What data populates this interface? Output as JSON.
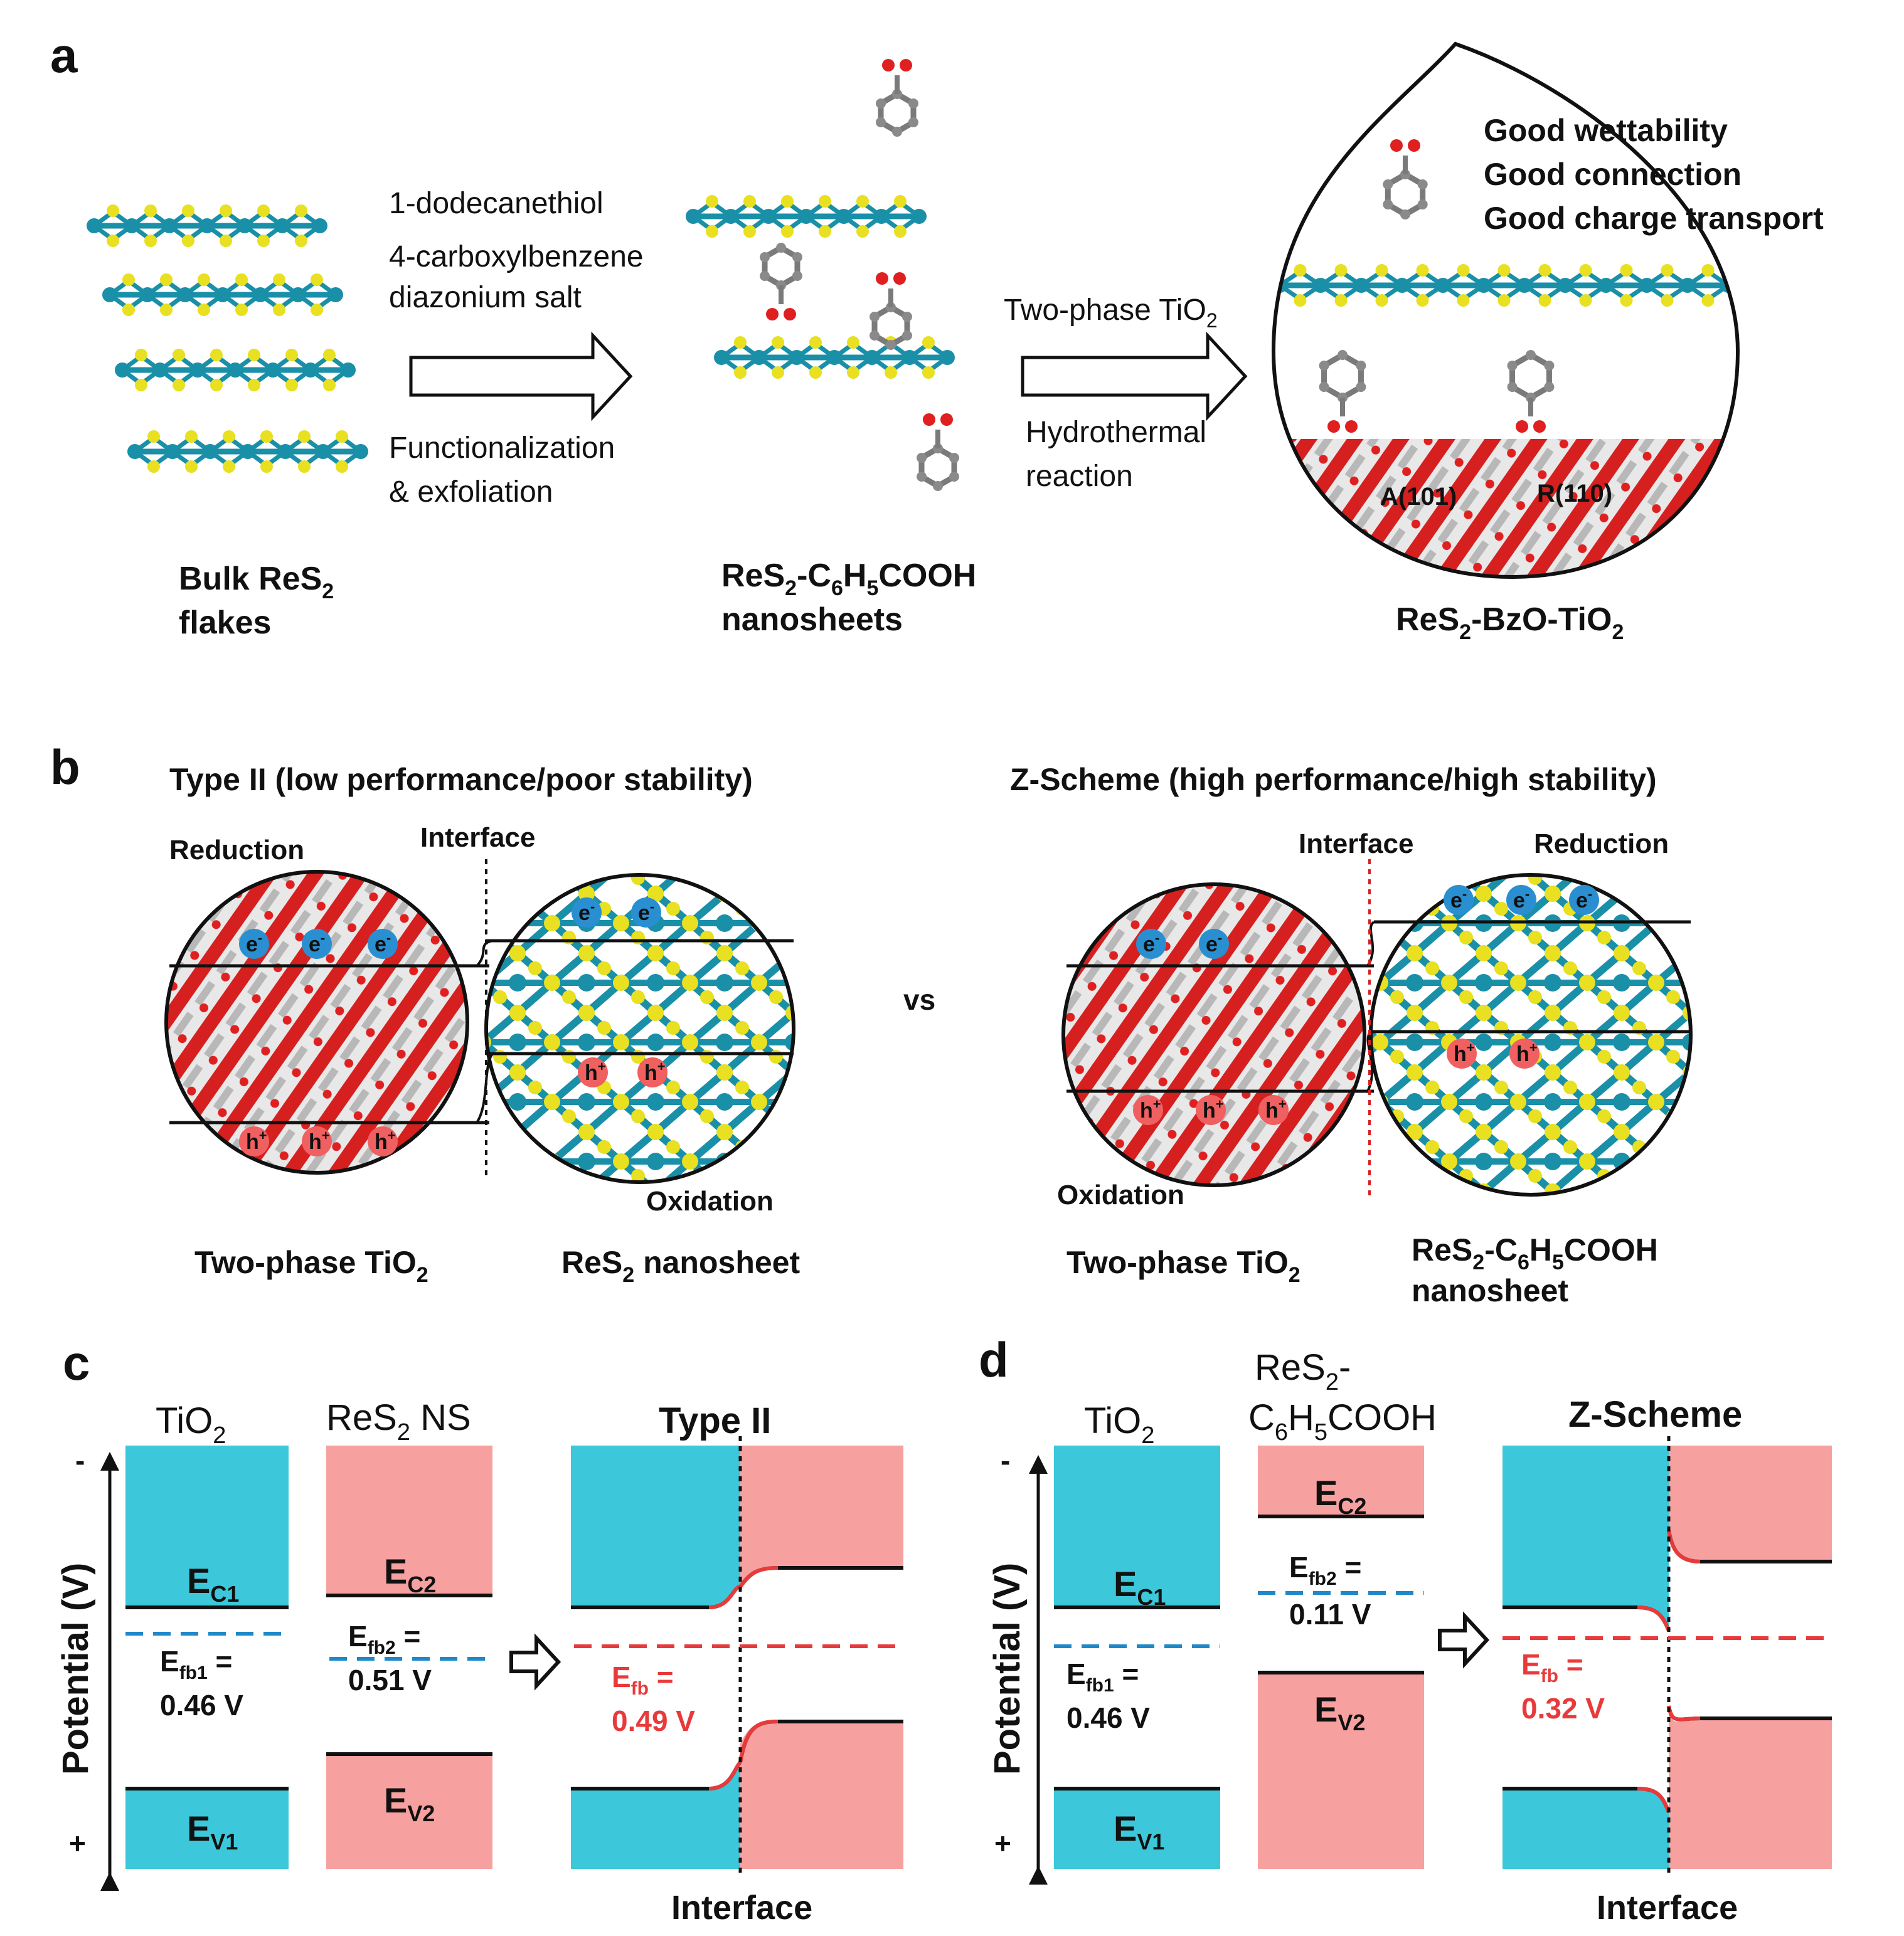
{
  "panel_a": {
    "letter": "a",
    "bulk_label_1": "Bulk ReS",
    "bulk_sub": "2",
    "bulk_label_2": "flakes",
    "step1_line1": "1-dodecanethiol",
    "step1_line2": "4-carboxylbenzene",
    "step1_line3": "diazonium salt",
    "step1_line4": "Functionalization",
    "step1_line5": "& exfoliation",
    "nanosheet_label_1a": "ReS",
    "nanosheet_label_1b": "2",
    "nanosheet_label_1c": "-C",
    "nanosheet_label_1d": "6",
    "nanosheet_label_1e": "H",
    "nanosheet_label_1f": "5",
    "nanosheet_label_1g": "COOH",
    "nanosheet_label_2": "nanosheets",
    "step2_line1": "Two-phase TiO",
    "step2_sub": "2",
    "step2_line2": "Hydrothermal",
    "step2_line3": "reaction",
    "drop_point1": "Good wettability",
    "drop_point2": "Good connection",
    "drop_point3": "Good charge transport",
    "facet_a": "A(101)",
    "facet_r": "R(110)",
    "product_a": "ReS",
    "product_b": "2",
    "product_c": "-BzO-TiO",
    "product_d": "2"
  },
  "panel_b": {
    "letter": "b",
    "left_title": "Type II (low performance/poor stability)",
    "right_title": "Z-Scheme (high performance/high stability)",
    "reduction": "Reduction",
    "oxidation": "Oxidation",
    "interface": "Interface",
    "vs": "vs",
    "electron": "e",
    "electron_sup": "-",
    "hole": "h",
    "hole_sup": "+",
    "label_tio2_a": "Two-phase TiO",
    "label_tio2_b": "2",
    "label_res2_a": "ReS",
    "label_res2_b": "2",
    "label_res2_c": " nanosheet",
    "label_res2c_a": "ReS",
    "label_res2c_b": "2",
    "label_res2c_c": "-C",
    "label_res2c_d": "6",
    "label_res2c_e": "H",
    "label_res2c_f": "5",
    "label_res2c_g": "COOH",
    "label_res2c_line2": "nanosheet"
  },
  "panel_c": {
    "letter": "c",
    "header_tio2_a": "TiO",
    "header_tio2_b": "2",
    "header_res2_a": "ReS",
    "header_res2_b": "2",
    "header_res2_c": " NS",
    "header_combo": "Type II",
    "ec1_a": "E",
    "ec1_b": "C1",
    "ev1_a": "E",
    "ev1_b": "V1",
    "ec2_a": "E",
    "ec2_b": "C2",
    "ev2_a": "E",
    "ev2_b": "V2",
    "efb1_a": "E",
    "efb1_b": "fb1",
    "efb1_c": " =",
    "efb1_val": "0.46 V",
    "efb2_a": "E",
    "efb2_b": "fb2",
    "efb2_c": " =",
    "efb2_val": "0.51 V",
    "efb_a": "E",
    "efb_b": "fb",
    "efb_c": " =",
    "efb_val": "0.49 V",
    "axis_label": "Potential (V)",
    "axis_minus": "-",
    "axis_plus": "+",
    "interface": "Interface"
  },
  "panel_d": {
    "letter": "d",
    "header_tio2_a": "TiO",
    "header_tio2_b": "2",
    "header_res2_l1a": "ReS",
    "header_res2_l1b": "2",
    "header_res2_l1c": "-",
    "header_res2_l2a": "C",
    "header_res2_l2b": "6",
    "header_res2_l2c": "H",
    "header_res2_l2d": "5",
    "header_res2_l2e": "COOH",
    "header_combo": "Z-Scheme",
    "ec1_a": "E",
    "ec1_b": "C1",
    "ev1_a": "E",
    "ev1_b": "V1",
    "ec2_a": "E",
    "ec2_b": "C2",
    "ev2_a": "E",
    "ev2_b": "V2",
    "efb1_a": "E",
    "efb1_b": "fb1",
    "efb1_c": " =",
    "efb1_val": "0.46 V",
    "efb2_a": "E",
    "efb2_b": "fb2",
    "efb2_c": " =",
    "efb2_val": "0.11 V",
    "efb_a": "E",
    "efb_b": "fb",
    "efb_c": " =",
    "efb_val": "0.32 V",
    "axis_label": "Potential (V)",
    "axis_minus": "-",
    "axis_plus": "+",
    "interface": "Interface"
  },
  "colors": {
    "tio2_band": "#3cc8da",
    "res2_band": "#f7a0a0",
    "fermi_blue": "#1e88c8",
    "fermi_red": "#e83a3a",
    "red_label": "#e83a3a",
    "sulfur": "#e8e020",
    "rhenium": "#1a8fa8",
    "oxygen": "#e02020",
    "titanium": "#c8c8c8"
  }
}
